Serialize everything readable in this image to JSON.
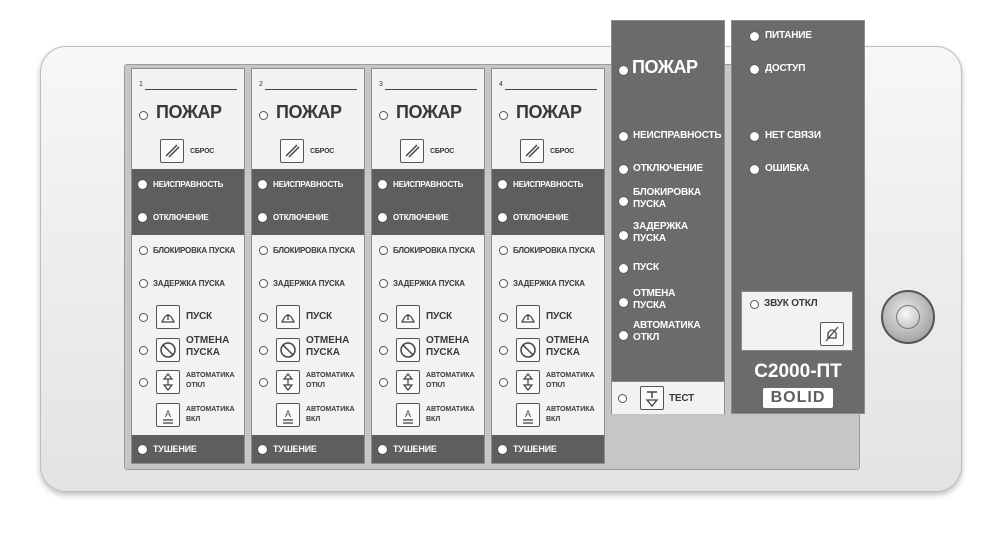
{
  "zone_columns": [
    {
      "number": "1",
      "fire": "ПОЖАР",
      "reset": "СБРОС",
      "fault": "НЕИСПРАВНОСТЬ",
      "disable": "ОТКЛЮЧЕНИЕ",
      "block": "БЛОКИРОВКА ПУСКА",
      "delay": "ЗАДЕРЖКА ПУСКА",
      "start": "ПУСК",
      "cancel_1": "ОТМЕНА",
      "cancel_2": "ПУСКА",
      "auto_off_1": "АВТОМАТИКА",
      "auto_off_2": "ОТКЛ",
      "auto_on_1": "АВТОМАТИКА",
      "auto_on_2": "ВКЛ",
      "extinguish": "ТУШЕНИЕ"
    },
    {
      "number": "2",
      "fire": "ПОЖАР",
      "reset": "СБРОС",
      "fault": "НЕИСПРАВНОСТЬ",
      "disable": "ОТКЛЮЧЕНИЕ",
      "block": "БЛОКИРОВКА ПУСКА",
      "delay": "ЗАДЕРЖКА ПУСКА",
      "start": "ПУСК",
      "cancel_1": "ОТМЕНА",
      "cancel_2": "ПУСКА",
      "auto_off_1": "АВТОМАТИКА",
      "auto_off_2": "ОТКЛ",
      "auto_on_1": "АВТОМАТИКА",
      "auto_on_2": "ВКЛ",
      "extinguish": "ТУШЕНИЕ"
    },
    {
      "number": "3",
      "fire": "ПОЖАР",
      "reset": "СБРОС",
      "fault": "НЕИСПРАВНОСТЬ",
      "disable": "ОТКЛЮЧЕНИЕ",
      "block": "БЛОКИРОВКА ПУСКА",
      "delay": "ЗАДЕРЖКА ПУСКА",
      "start": "ПУСК",
      "cancel_1": "ОТМЕНА",
      "cancel_2": "ПУСКА",
      "auto_off_1": "АВТОМАТИКА",
      "auto_off_2": "ОТКЛ",
      "auto_on_1": "АВТОМАТИКА",
      "auto_on_2": "ВКЛ",
      "extinguish": "ТУШЕНИЕ"
    },
    {
      "number": "4",
      "fire": "ПОЖАР",
      "reset": "СБРОС",
      "fault": "НЕИСПРАВНОСТЬ",
      "disable": "ОТКЛЮЧЕНИЕ",
      "block": "БЛОКИРОВКА ПУСКА",
      "delay": "ЗАДЕРЖКА ПУСКА",
      "start": "ПУСК",
      "cancel_1": "ОТМЕНА",
      "cancel_2": "ПУСКА",
      "auto_off_1": "АВТОМАТИКА",
      "auto_off_2": "ОТКЛ",
      "auto_on_1": "АВТОМАТИКА",
      "auto_on_2": "ВКЛ",
      "extinguish": "ТУШЕНИЕ"
    }
  ],
  "summary": {
    "fire": "ПОЖАР",
    "fault": "НЕИСПРАВНОСТЬ",
    "disable": "ОТКЛЮЧЕНИЕ",
    "block_1": "БЛОКИРОВКА",
    "block_2": "ПУСКА",
    "delay_1": "ЗАДЕРЖКА",
    "delay_2": "ПУСКА",
    "start": "ПУСК",
    "cancel_1": "ОТМЕНА",
    "cancel_2": "ПУСКА",
    "auto_1": "АВТОМАТИКА",
    "auto_2": "ОТКЛ",
    "test": "ТЕСТ"
  },
  "system": {
    "power": "ПИТАНИЕ",
    "access": "ДОСТУП",
    "no_link": "НЕТ СВЯЗИ",
    "error": "ОШИБКА",
    "sound_off": "ЗВУК ОТКЛ",
    "model": "С2000-ПТ",
    "brand": "BOLID"
  },
  "colors": {
    "panel_dark": "#5e5e5e",
    "panel_light": "#f2f2f2",
    "housing": "#e6e6e6"
  }
}
